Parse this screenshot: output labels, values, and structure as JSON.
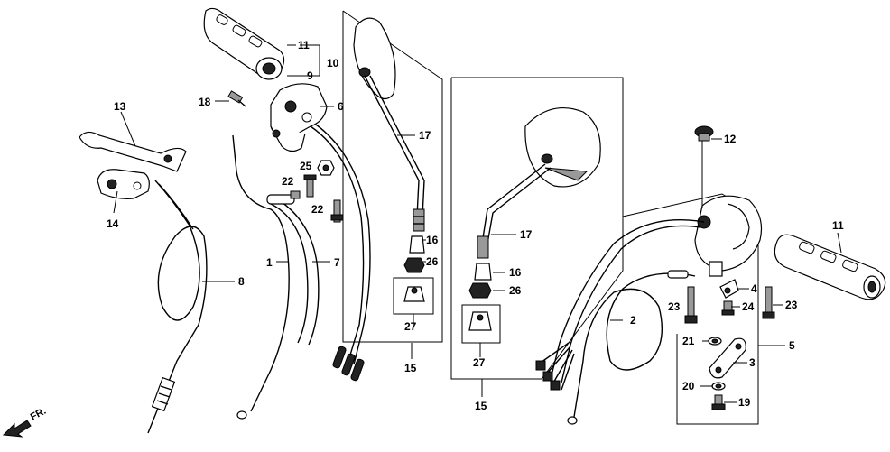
{
  "callouts": [
    {
      "id": "c-11a",
      "text": "11"
    },
    {
      "id": "c-10",
      "text": "10"
    },
    {
      "id": "c-9",
      "text": "9"
    },
    {
      "id": "c-18",
      "text": "18"
    },
    {
      "id": "c-6",
      "text": "6"
    },
    {
      "id": "c-13",
      "text": "13"
    },
    {
      "id": "c-25",
      "text": "25"
    },
    {
      "id": "c-22a",
      "text": "22"
    },
    {
      "id": "c-22b",
      "text": "22"
    },
    {
      "id": "c-14",
      "text": "14"
    },
    {
      "id": "c-1",
      "text": "1"
    },
    {
      "id": "c-7",
      "text": "7"
    },
    {
      "id": "c-8",
      "text": "8"
    },
    {
      "id": "c-17a",
      "text": "17"
    },
    {
      "id": "c-16a",
      "text": "16"
    },
    {
      "id": "c-26a",
      "text": "26"
    },
    {
      "id": "c-27a",
      "text": "27"
    },
    {
      "id": "c-15a",
      "text": "15"
    },
    {
      "id": "c-17b",
      "text": "17"
    },
    {
      "id": "c-16b",
      "text": "16"
    },
    {
      "id": "c-26b",
      "text": "26"
    },
    {
      "id": "c-27b",
      "text": "27"
    },
    {
      "id": "c-15b",
      "text": "15"
    },
    {
      "id": "c-12",
      "text": "12"
    },
    {
      "id": "c-2",
      "text": "2"
    },
    {
      "id": "c-4",
      "text": "4"
    },
    {
      "id": "c-23a",
      "text": "23"
    },
    {
      "id": "c-24",
      "text": "24"
    },
    {
      "id": "c-23b",
      "text": "23"
    },
    {
      "id": "c-11b",
      "text": "11"
    },
    {
      "id": "c-21",
      "text": "21"
    },
    {
      "id": "c-3",
      "text": "3"
    },
    {
      "id": "c-5",
      "text": "5"
    },
    {
      "id": "c-20",
      "text": "20"
    },
    {
      "id": "c-19",
      "text": "19"
    }
  ],
  "direction_marker": {
    "text": "FR.",
    "icon": "arrow-front-icon"
  }
}
